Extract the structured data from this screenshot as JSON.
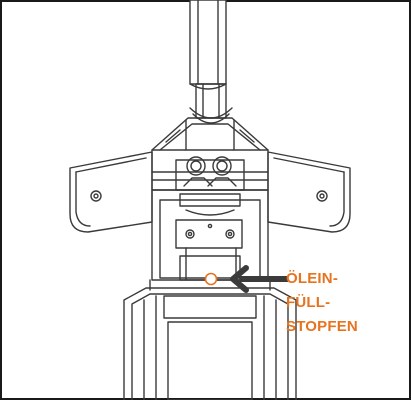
{
  "colors": {
    "accent": "#e8731e",
    "line": "#3a3a3a",
    "arrow": "#3b3b3b",
    "frame": "#1a1a1a"
  },
  "callout": {
    "lines": [
      "ÖLEIN-",
      "FÜLL-",
      "STOPFEN"
    ]
  },
  "icons": {
    "arrow": "left-arrow-icon",
    "marker": "orange-circle-marker-icon"
  }
}
